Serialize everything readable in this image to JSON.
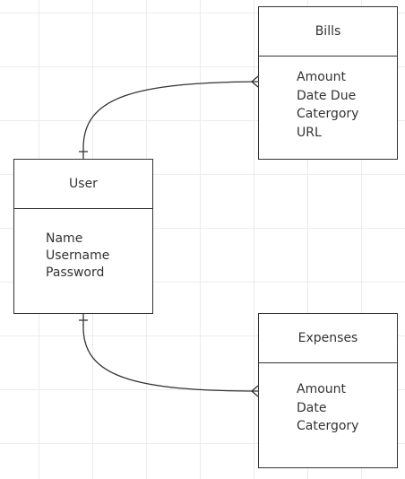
{
  "entities": {
    "bills": {
      "title": "Bills",
      "attributes": [
        "Amount",
        "Date Due",
        "Catergory",
        "URL"
      ]
    },
    "user": {
      "title": "User",
      "attributes": [
        "Name",
        "Username",
        "Password"
      ]
    },
    "expenses": {
      "title": "Expenses",
      "attributes": [
        "Amount",
        "Date",
        "Catergory"
      ]
    }
  },
  "relationships": [
    {
      "from": "user",
      "to": "bills",
      "from_cardinality": "one",
      "to_cardinality": "many"
    },
    {
      "from": "user",
      "to": "expenses",
      "from_cardinality": "one",
      "to_cardinality": "many"
    }
  ],
  "colors": {
    "line": "#333333",
    "grid": "#ececec",
    "background": "#ffffff"
  }
}
